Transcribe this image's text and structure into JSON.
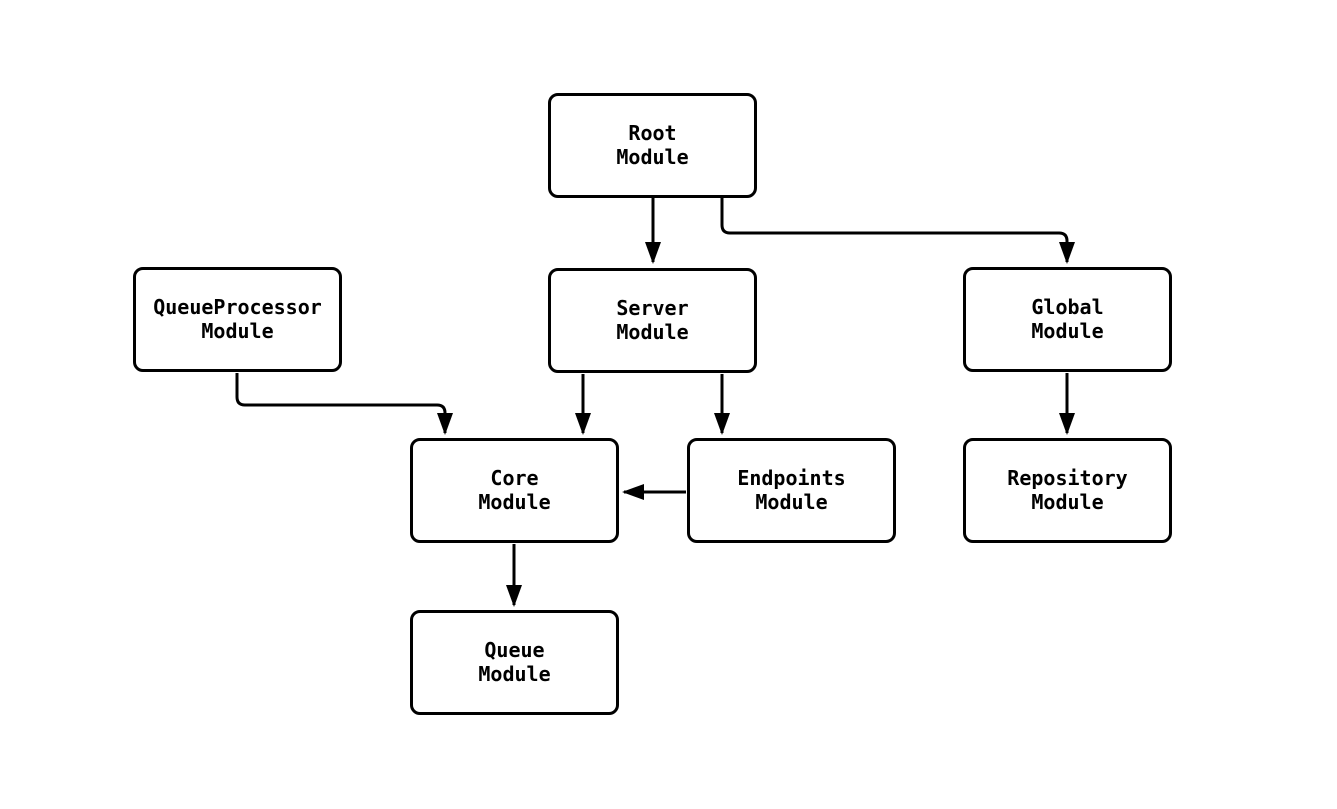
{
  "diagram": {
    "type": "flowchart",
    "background_color": "#ffffff",
    "node_fill_color": "#ffffff",
    "node_border_color": "#000000",
    "edge_color": "#000000",
    "text_color": "#000000",
    "nodes": {
      "root": {
        "label": "Root\nModule"
      },
      "queueProcessor": {
        "label": "QueueProcessor\nModule"
      },
      "server": {
        "label": "Server\nModule"
      },
      "global": {
        "label": "Global\nModule"
      },
      "core": {
        "label": "Core\nModule"
      },
      "endpoints": {
        "label": "Endpoints\nModule"
      },
      "repository": {
        "label": "Repository\nModule"
      },
      "queue": {
        "label": "Queue\nModule"
      }
    },
    "edges": [
      {
        "from": "Root Module",
        "to": "Server Module"
      },
      {
        "from": "Root Module",
        "to": "Global Module"
      },
      {
        "from": "QueueProcessor Module",
        "to": "Core Module"
      },
      {
        "from": "Server Module",
        "to": "Core Module"
      },
      {
        "from": "Server Module",
        "to": "Endpoints Module"
      },
      {
        "from": "Endpoints Module",
        "to": "Core Module"
      },
      {
        "from": "Global Module",
        "to": "Repository Module"
      },
      {
        "from": "Core Module",
        "to": "Queue Module"
      }
    ]
  }
}
